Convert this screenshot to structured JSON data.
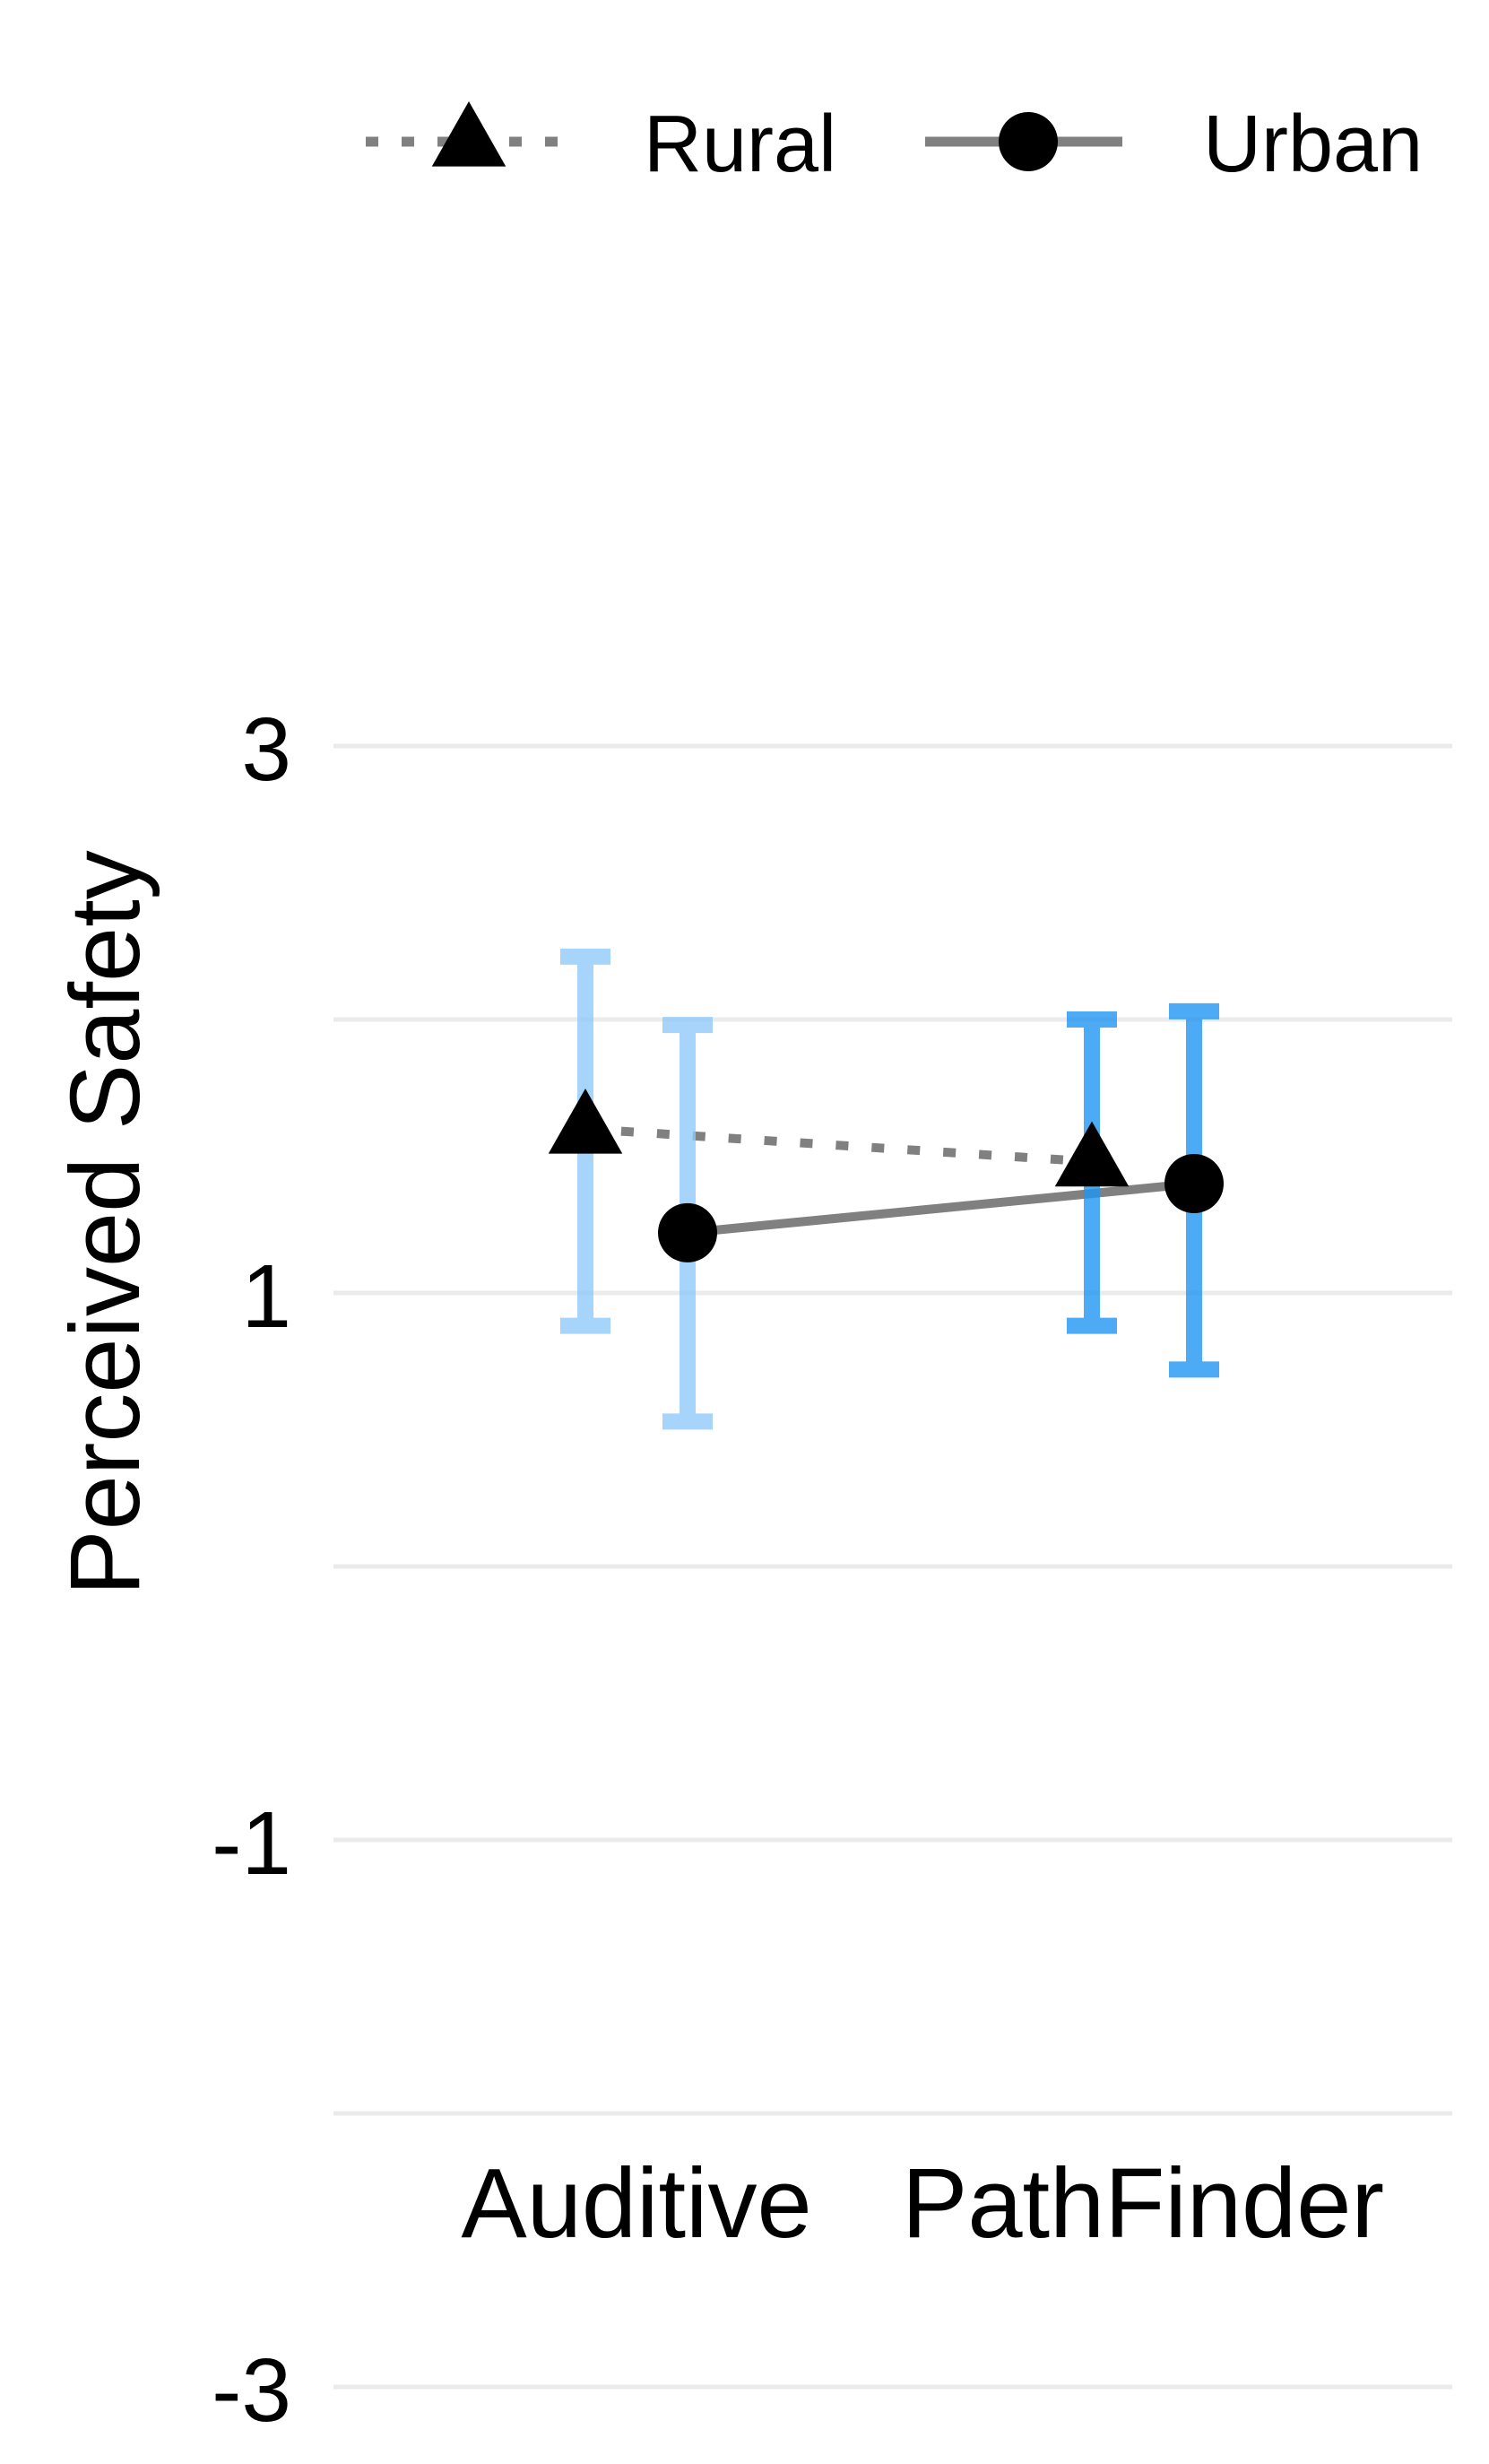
{
  "chart_data": {
    "type": "line",
    "title": "",
    "xlabel": "",
    "ylabel": "Perceived Safety",
    "categories": [
      "Auditive",
      "PathFinder"
    ],
    "ylim": [
      -3.5,
      3.5
    ],
    "y_ticks": [
      3,
      1,
      -1,
      -3
    ],
    "grid": true,
    "legend_position": "top",
    "series": [
      {
        "name": "Rural",
        "marker": "triangle",
        "line_style": "dotted",
        "points": [
          {
            "category": "Auditive",
            "y": 1.6,
            "ci_low": 0.88,
            "ci_high": 2.23
          },
          {
            "category": "PathFinder",
            "y": 1.48,
            "ci_low": 0.88,
            "ci_high": 2.0
          }
        ]
      },
      {
        "name": "Urban",
        "marker": "circle",
        "line_style": "solid",
        "points": [
          {
            "category": "Auditive",
            "y": 1.22,
            "ci_low": 0.53,
            "ci_high": 1.98
          },
          {
            "category": "PathFinder",
            "y": 1.4,
            "ci_low": 0.72,
            "ci_high": 2.03
          }
        ]
      }
    ],
    "colors": {
      "Auditive": "#90CAF9",
      "PathFinder": "#2196F3",
      "connector_line": "#808080",
      "marker": "#000000",
      "grid": "#EBEBEB"
    }
  }
}
